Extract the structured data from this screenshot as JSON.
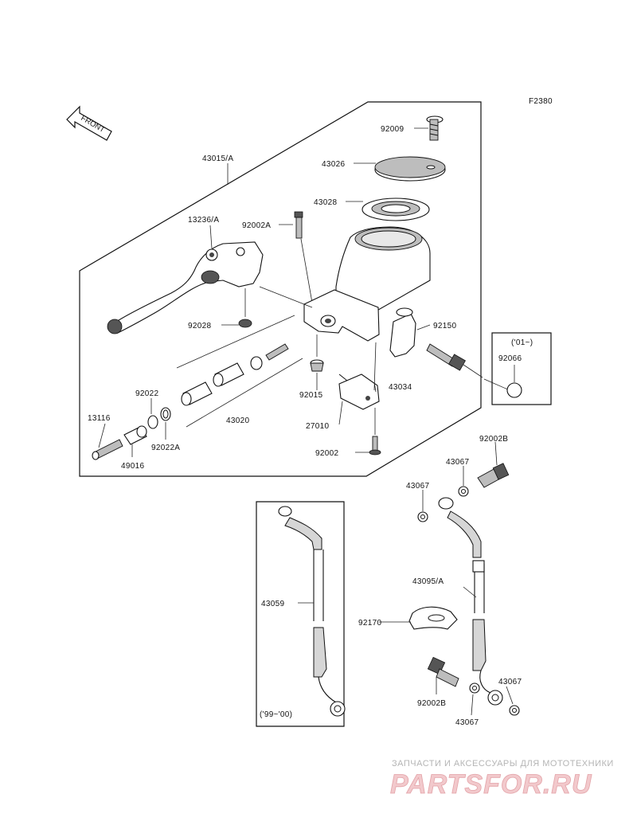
{
  "figure_code": "F2380",
  "front_arrow_label": "FRONT",
  "parts": [
    {
      "id": "p92009",
      "label": "92009"
    },
    {
      "id": "p43026",
      "label": "43026"
    },
    {
      "id": "p43015A",
      "label": "43015/A"
    },
    {
      "id": "p43028",
      "label": "43028"
    },
    {
      "id": "p13236A",
      "label": "13236/A"
    },
    {
      "id": "p92002A",
      "label": "92002A"
    },
    {
      "id": "p92028",
      "label": "92028"
    },
    {
      "id": "p92150",
      "label": "92150"
    },
    {
      "id": "p92066",
      "label": "92066"
    },
    {
      "id": "p92022",
      "label": "92022"
    },
    {
      "id": "p13116",
      "label": "13116"
    },
    {
      "id": "p43020",
      "label": "43020"
    },
    {
      "id": "p92015",
      "label": "92015"
    },
    {
      "id": "p43034",
      "label": "43034"
    },
    {
      "id": "p92022A",
      "label": "92022A"
    },
    {
      "id": "p49016",
      "label": "49016"
    },
    {
      "id": "p27010",
      "label": "27010"
    },
    {
      "id": "p92002",
      "label": "92002"
    },
    {
      "id": "p92002B_top",
      "label": "92002B"
    },
    {
      "id": "p43067_a",
      "label": "43067"
    },
    {
      "id": "p43067_b",
      "label": "43067"
    },
    {
      "id": "p43095A",
      "label": "43095/A"
    },
    {
      "id": "p43059",
      "label": "43059"
    },
    {
      "id": "p92170",
      "label": "92170"
    },
    {
      "id": "p43067_c",
      "label": "43067"
    },
    {
      "id": "p92002B_bot",
      "label": "92002B"
    },
    {
      "id": "p43067_d",
      "label": "43067"
    }
  ],
  "year_notes": {
    "inset_01": "('01~)",
    "inset_99_00": "('99~'00)"
  },
  "watermark": {
    "tagline": "ЗАПЧАСТИ И АКСЕССУАРЫ ДЛЯ МОТОТЕХНИКИ",
    "logo": "PARTSFOR.RU"
  }
}
